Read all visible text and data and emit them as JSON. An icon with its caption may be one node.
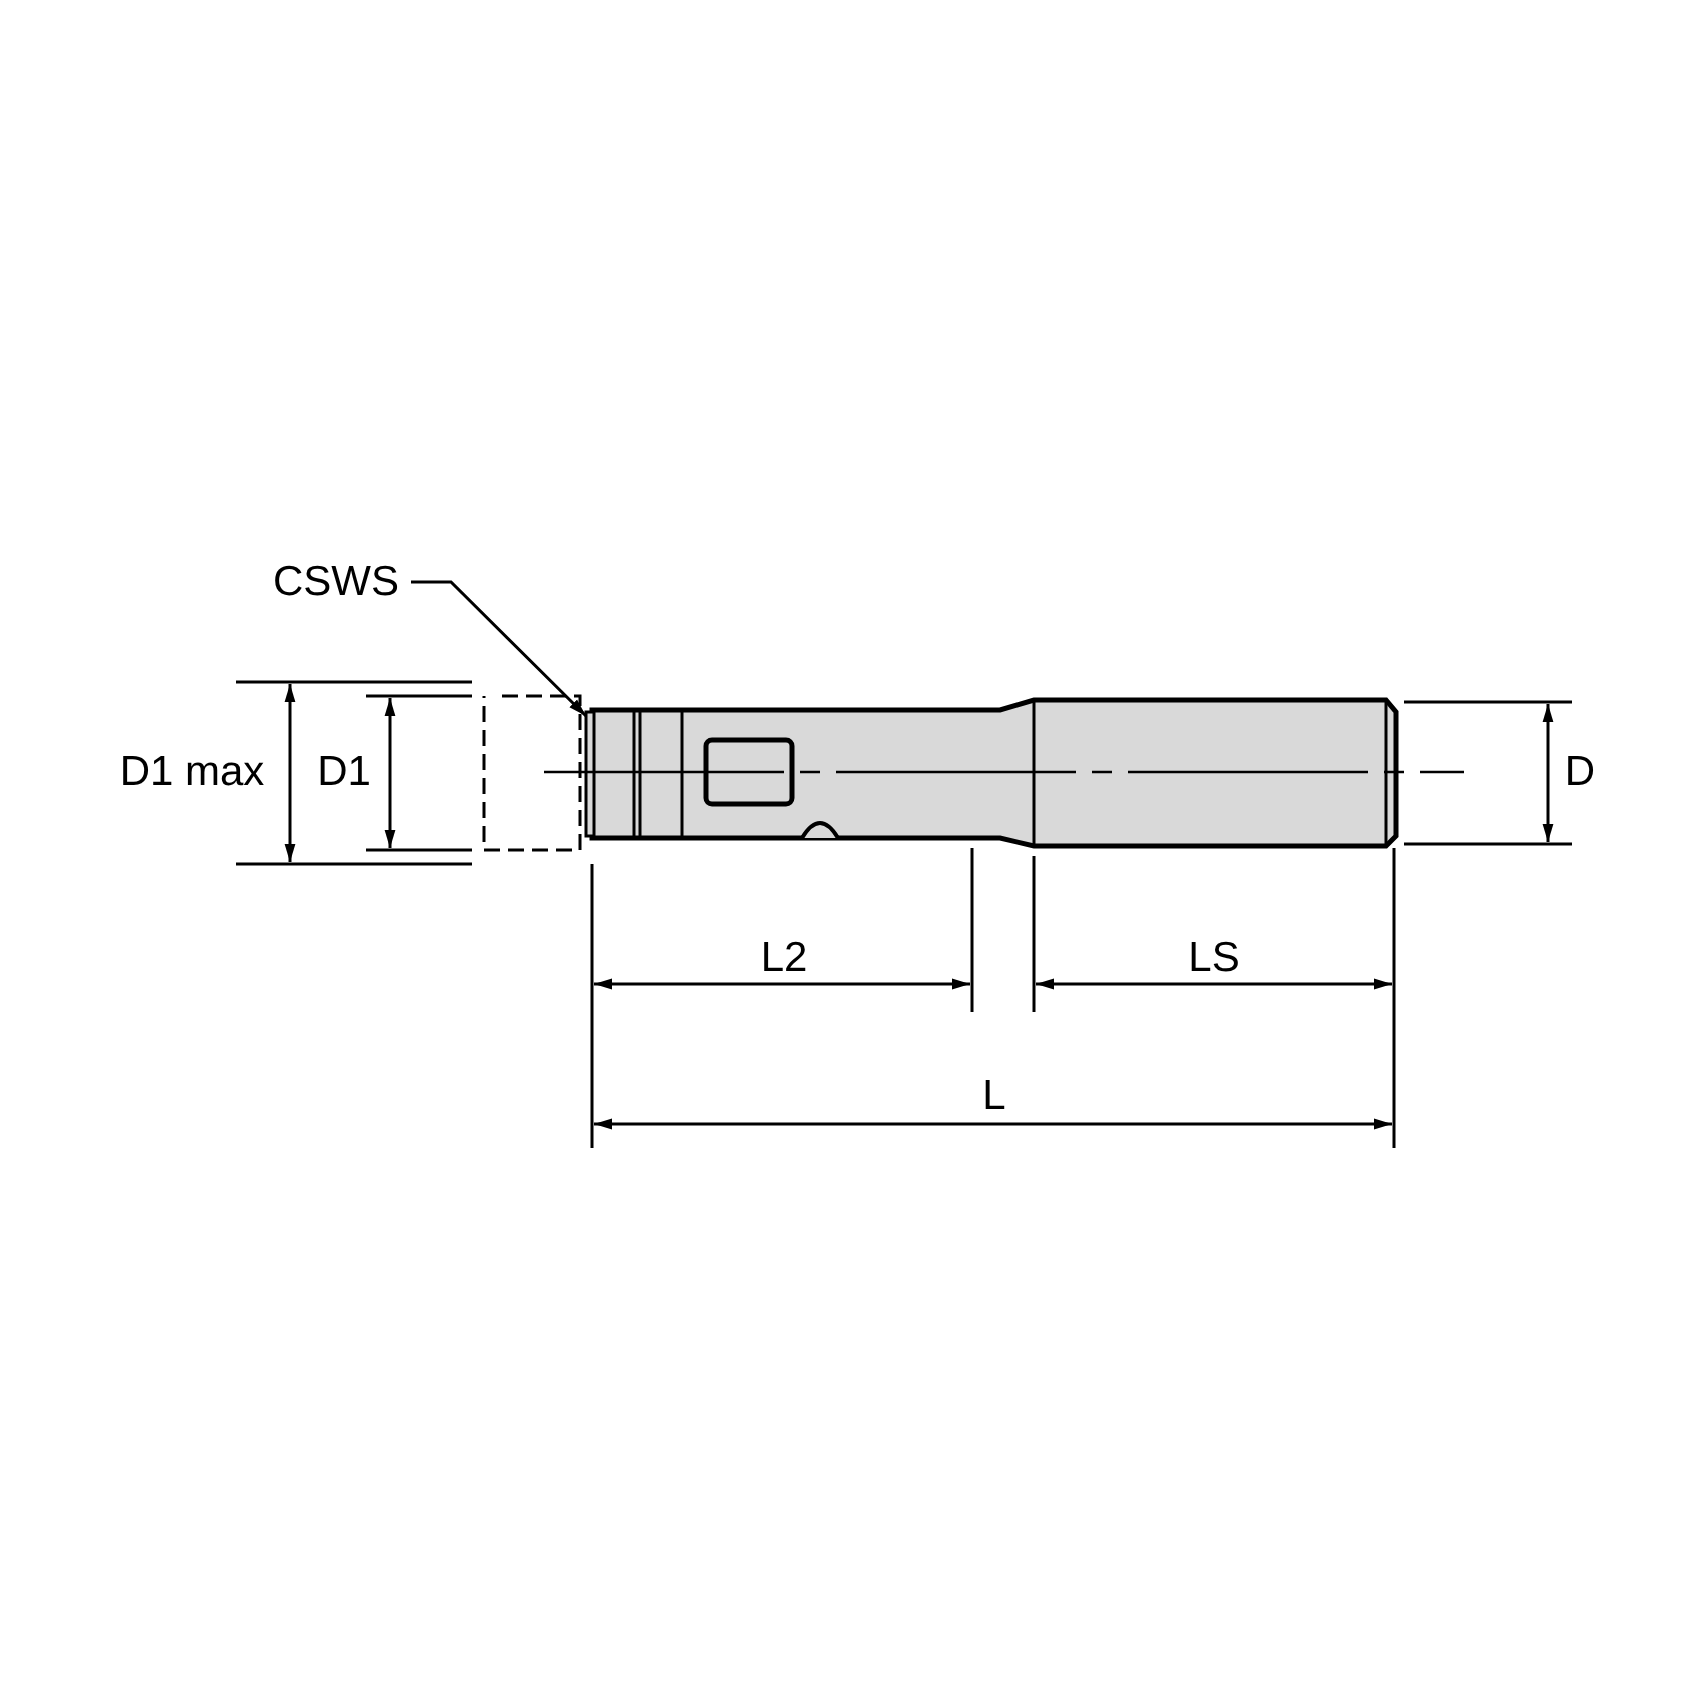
{
  "diagram": {
    "nodes": [
      {
        "text": [
          "CSWS"
        ]
      },
      {
        "text": [],
        "shape": "picture"
      }
    ],
    "edges": [
      {
        "from": 0,
        "to": 1,
        "arrow": "to"
      }
    ],
    "labels": [
      "D1 max",
      "D1",
      "D",
      "L2",
      "LS",
      "L"
    ]
  }
}
